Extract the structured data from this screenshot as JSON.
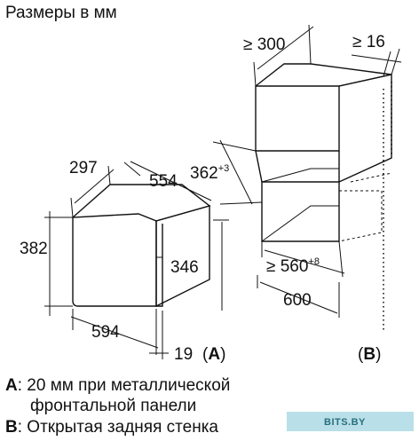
{
  "title": "Размеры в мм",
  "microwave": {
    "width": "594",
    "depth": "297",
    "depth_top": "554",
    "height": "382",
    "door_height": "346",
    "panel_gap": "19",
    "ref_label": "(A)",
    "ref_letter": "A"
  },
  "niche": {
    "depth_min": "≥ 300",
    "back_gap": "≥ 16",
    "height": "362",
    "height_tol": "+3",
    "width": "≥ 560",
    "width_tol": "+8",
    "front_width": "600",
    "ref_label": "(B)",
    "ref_letter": "B"
  },
  "legend": [
    {
      "key": "A",
      "text": ": 20 мм при металлической",
      "cont": "фронтальной панели"
    },
    {
      "key": "B",
      "text": ": Открытая задняя стенка"
    }
  ],
  "watermark": "BITS.BY"
}
